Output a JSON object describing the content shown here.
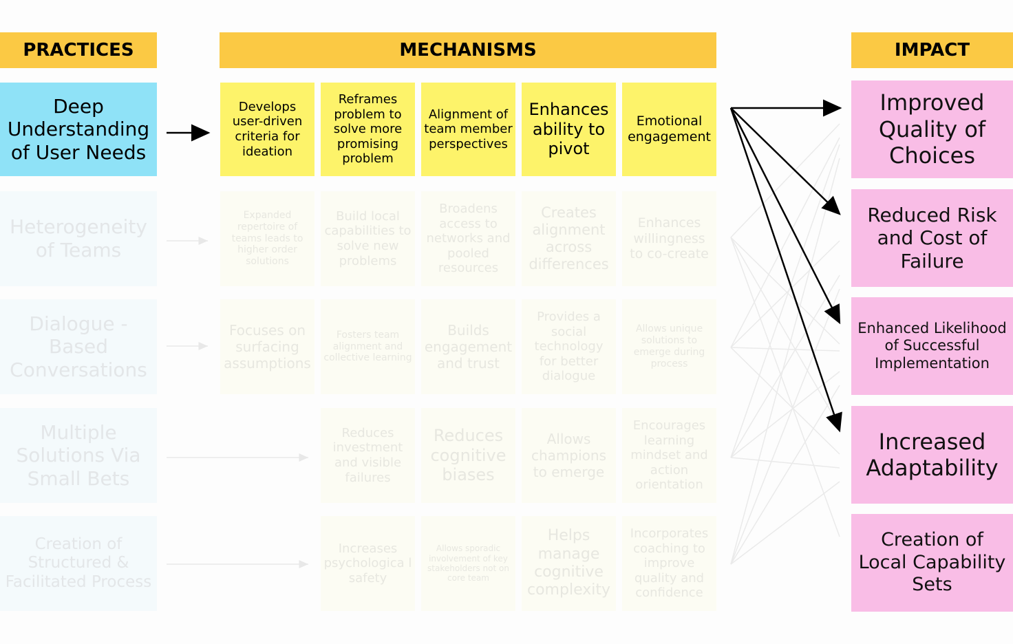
{
  "headers": {
    "practices": "PRACTICES",
    "mechanisms": "MECHANISMS",
    "impact": "IMPACT"
  },
  "practices": [
    "Deep Understanding of User Needs",
    "Heterogeneity of Teams",
    "Dialogue - Based Conversations",
    "Multiple Solutions Via Small Bets",
    "Creation of Structured & Facilitated Process"
  ],
  "mechanisms": {
    "row1": [
      "Develops user-driven criteria for ideation",
      "Reframes problem to solve more promising problem",
      "Alignment of team member perspectives",
      "Enhances ability to pivot",
      "Emotional engagement"
    ],
    "row2": [
      "Expanded repertoire of teams leads to higher order solutions",
      "Build local capabilities to solve new problems",
      "Broadens access to networks and pooled resources",
      "Creates alignment across differences",
      "Enhances willingness to co-create"
    ],
    "row3": [
      "Focuses on surfacing assumptions",
      "Fosters team alignment and collective learning",
      "Builds engagement and trust",
      "Provides a social technology for better dialogue",
      "Allows unique solutions to emerge during process"
    ],
    "row4": [
      "Reduces investment and visible failures",
      "Reduces cognitive biases",
      "Allows champions to emerge",
      "Encourages learning mindset and action orientation"
    ],
    "row5": [
      "Increases psychologica l safety",
      "Allows sporadic involvement of key stakeholders not on core team",
      "Helps manage cognitive complexity",
      "Incorporates coaching to improve quality and confidence"
    ]
  },
  "impacts": [
    "Improved Quality of Choices",
    "Reduced Risk and Cost of Failure",
    "Enhanced Likelihood of Successful Implementation",
    "Increased Adaptability",
    "Creation of Local Capability Sets"
  ],
  "colors": {
    "header": "#fbc944",
    "practice_active": "#8fe2f7",
    "mechanism_active": "#fdf36a",
    "impact": "#f9bde6",
    "arrow": "#000000"
  }
}
